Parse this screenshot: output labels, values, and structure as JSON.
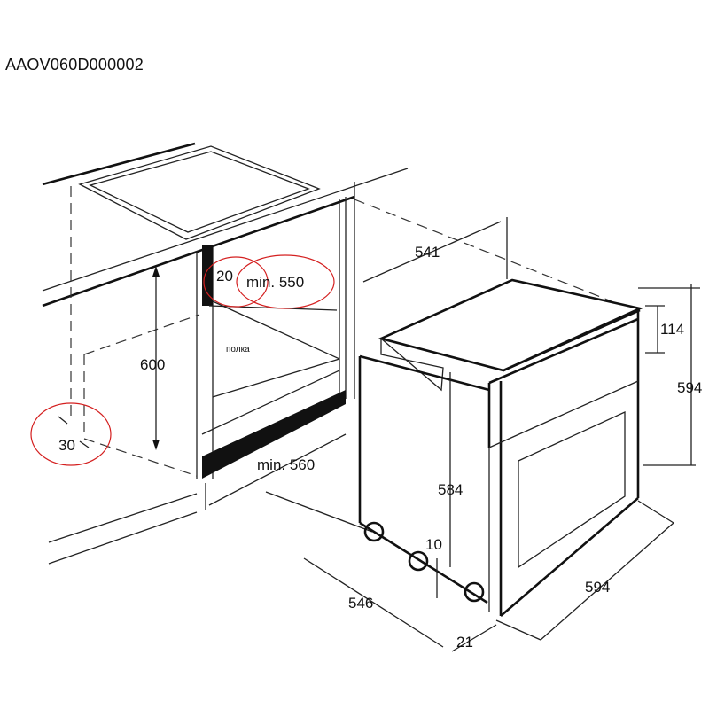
{
  "title": "AAOV060D000002",
  "cabinet": {
    "gap_top": "20",
    "depth_min": "min. 550",
    "shelf_label": "полка",
    "height": "600",
    "side_gap": "30",
    "width_min": "min. 560"
  },
  "oven": {
    "depth_top": "541",
    "panel_height": "114",
    "total_height": "594",
    "body_height": "584",
    "foot_gap": "10",
    "body_depth": "546",
    "width": "594",
    "front_thickness": "21"
  },
  "colors": {
    "annotation": "#d42020",
    "line": "#222222"
  }
}
